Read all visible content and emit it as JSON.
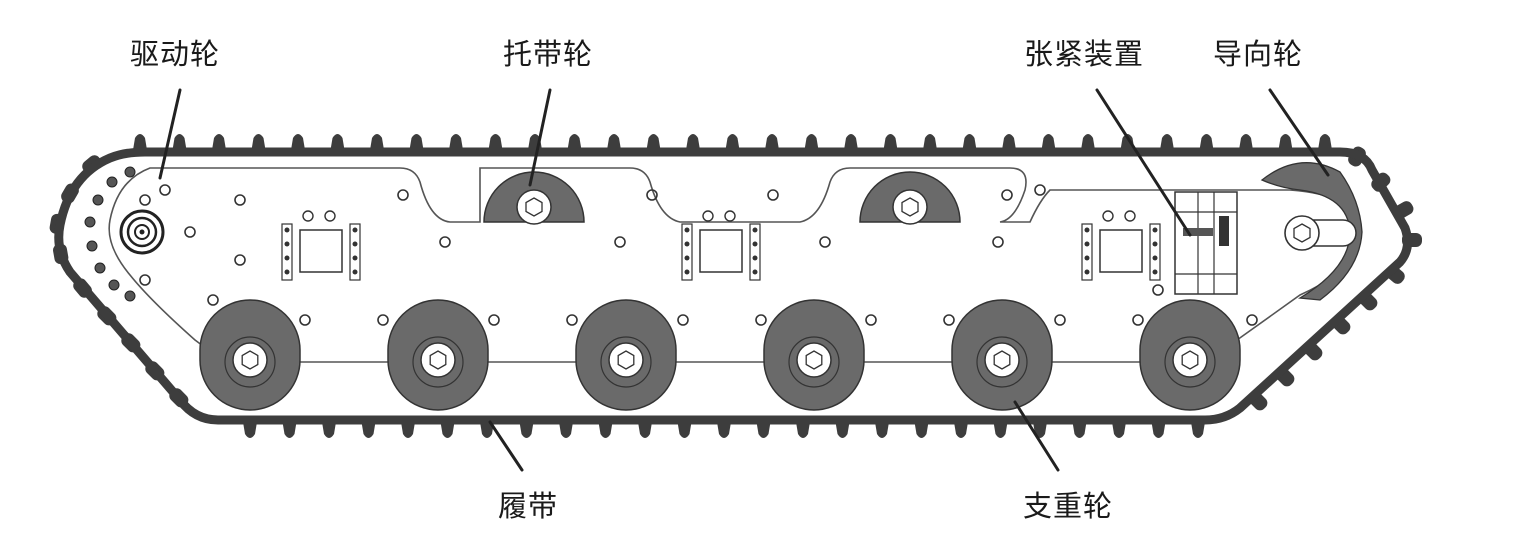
{
  "labels": {
    "drive_wheel": "驱动轮",
    "carrier_roller": "托带轮",
    "tensioner": "张紧装置",
    "idler_wheel": "导向轮",
    "track": "履带",
    "road_wheel": "支重轮"
  },
  "colors": {
    "track": "#3d3d3d",
    "wheel": "#6a6a6a",
    "line": "#222222",
    "plate": "#ffffff"
  }
}
